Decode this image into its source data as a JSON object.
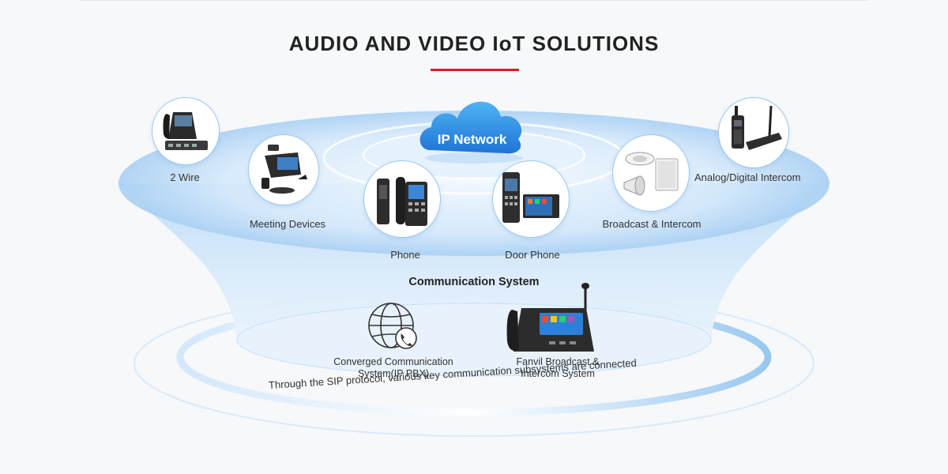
{
  "title": "AUDIO AND VIDEO IoT SOLUTIONS",
  "cloud": {
    "label": "IP Network"
  },
  "devices": {
    "two_wire": {
      "label": "2 Wire",
      "icon": "ip-phone-switch-icon"
    },
    "meeting": {
      "label": "Meeting Devices",
      "icon": "meeting-devices-icon"
    },
    "phone": {
      "label": "Phone",
      "icon": "desk-phone-icon"
    },
    "door_phone": {
      "label": "Door Phone",
      "icon": "door-phone-icon"
    },
    "broadcast": {
      "label": "Broadcast & Intercom",
      "icon": "speaker-horn-icon"
    },
    "analog": {
      "label": "Analog/Digital Intercom",
      "icon": "radio-gateway-icon"
    }
  },
  "communication_system": {
    "title": "Communication System",
    "converged": {
      "line1": "Converged Communication",
      "line2": "System(IP PBX)",
      "icon": "globe-phone-icon"
    },
    "fanvil": {
      "line1": "Fanvil Broadcast &",
      "line2": "Intercom System",
      "icon": "paging-console-icon"
    }
  },
  "footer": "Through the SIP protocol, various key communication subsystems are connected",
  "colors": {
    "accent": "#d31f26",
    "blue": "#2f8ee5",
    "light_blue": "#cfe6fa"
  }
}
